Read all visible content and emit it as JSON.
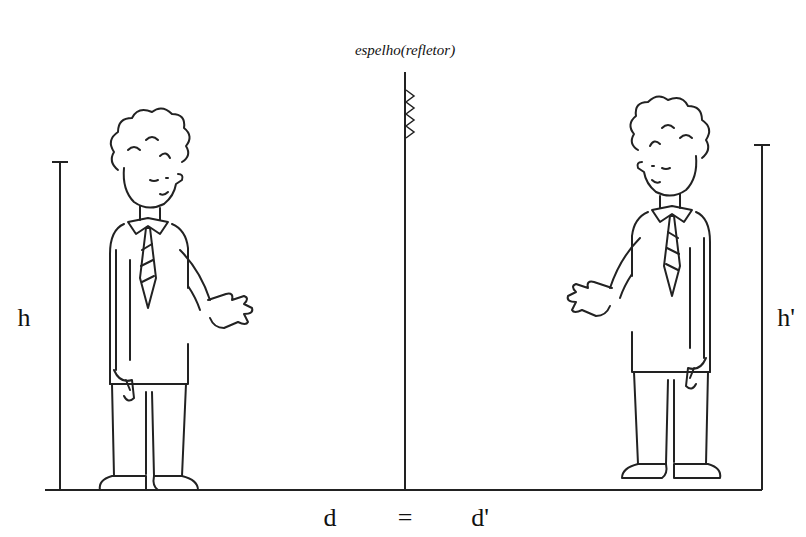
{
  "diagram": {
    "labels": [
      "espelho(refletor)",
      "h",
      "h'",
      "d",
      "=",
      "d'"
    ]
  }
}
